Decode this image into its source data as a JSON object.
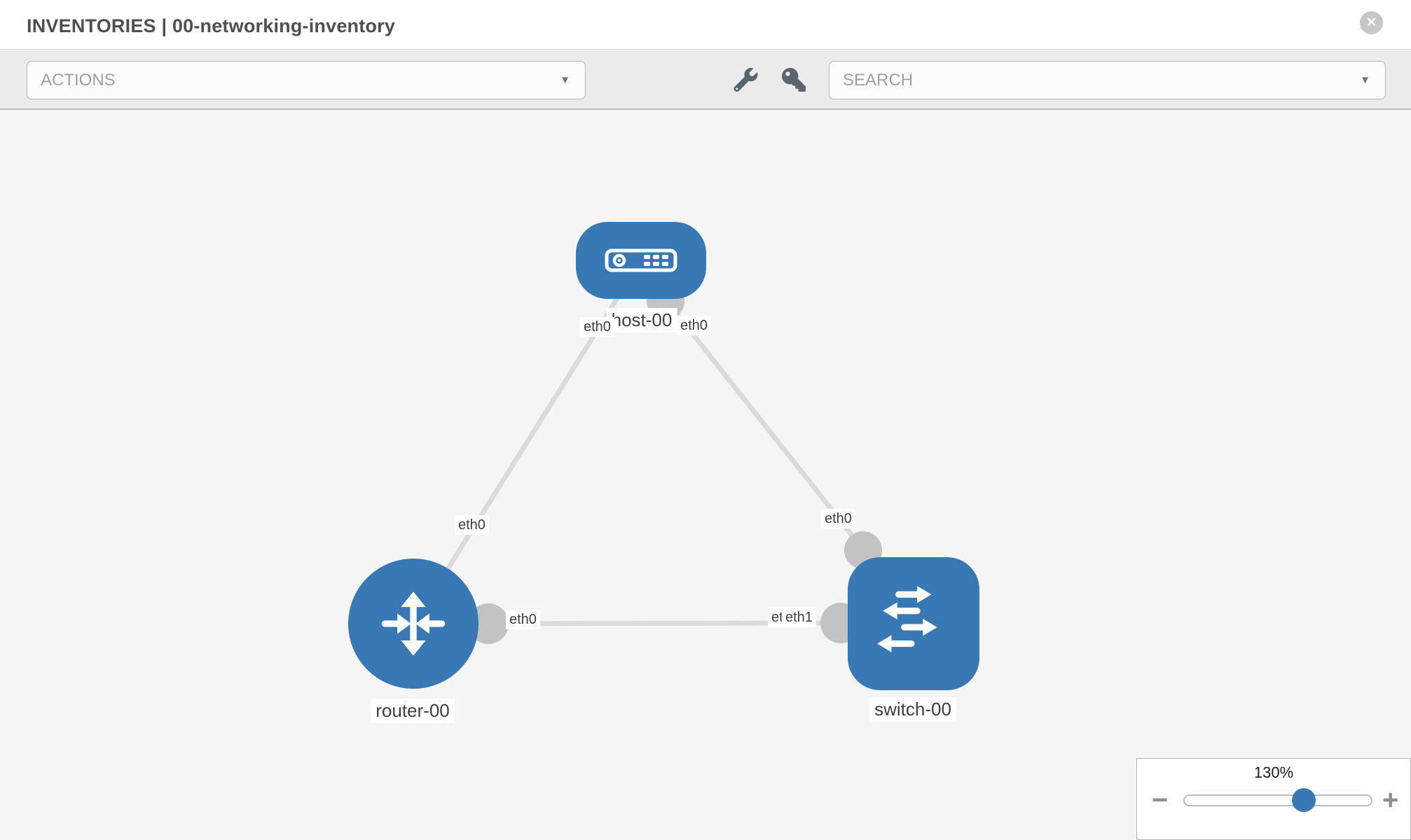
{
  "header": {
    "title": "INVENTORIES | 00-networking-inventory"
  },
  "toolbar": {
    "actions_label": "ACTIONS",
    "search_placeholder": "SEARCH"
  },
  "icons": {
    "close": "✕",
    "caret": "▼",
    "minus": "−",
    "plus": "+"
  },
  "zoom_control": {
    "value": "130%"
  },
  "topology": {
    "nodes": [
      {
        "id": "host-00",
        "type": "host",
        "label": "host-00"
      },
      {
        "id": "router-00",
        "type": "router",
        "label": "router-00"
      },
      {
        "id": "switch-00",
        "type": "switch",
        "label": "switch-00"
      }
    ],
    "interfaces": {
      "host_if_left": "eth0",
      "host_if_right": "eth0",
      "router_if_up": "eth0",
      "router_if_right": "eth0",
      "switch_if_top": "eth0",
      "switch_if_left_back": "eth0",
      "switch_if_left_front": "eth1"
    },
    "links": [
      {
        "from": "host-00",
        "from_interface": "eth0",
        "to": "router-00",
        "to_interface": "eth0"
      },
      {
        "from": "host-00",
        "from_interface": "eth0",
        "to": "switch-00",
        "to_interface": "eth0"
      },
      {
        "from": "router-00",
        "from_interface": "eth0",
        "to": "switch-00",
        "to_interface": "eth1"
      }
    ]
  },
  "colors": {
    "node_blue": "#3878b4",
    "link_gray": "#dadada",
    "port_gray": "#c3c3c3",
    "canvas_bg": "#f5f5f5",
    "toolbar_bg": "#ebebeb"
  }
}
